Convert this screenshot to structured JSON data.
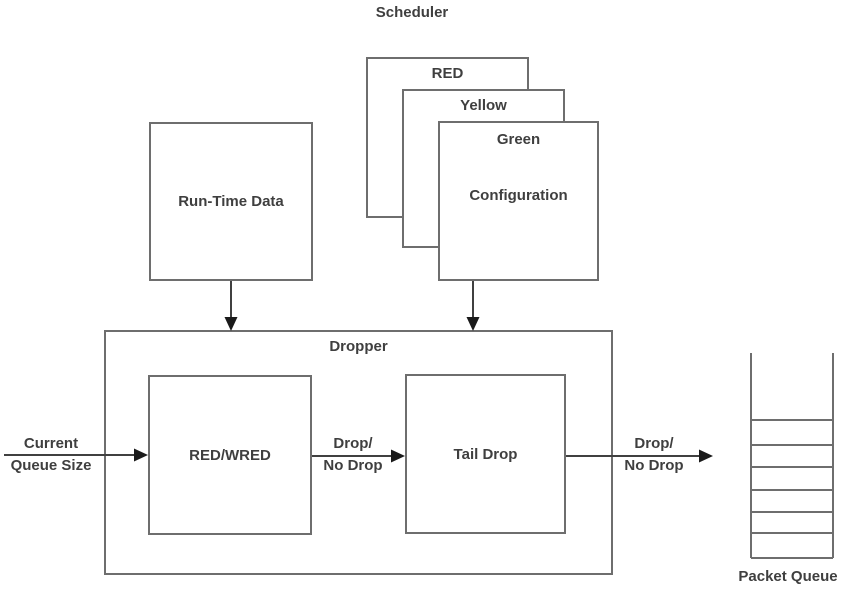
{
  "diagram": {
    "title": "Scheduler",
    "profiles": [
      {
        "label": "RED"
      },
      {
        "label": "Yellow"
      },
      {
        "label": "Green"
      }
    ],
    "configuration_label": "Configuration",
    "runtime_box_label": "Run-Time Data",
    "dropper": {
      "label": "Dropper",
      "red_wred_label": "RED/WRED",
      "tail_drop_label": "Tail Drop"
    },
    "arrow_labels": {
      "input_line1": "Current",
      "input_line2": "Queue Size",
      "mid_line1": "Drop/",
      "mid_line2": "No Drop",
      "out_line1": "Drop/",
      "out_line2": "No Drop"
    },
    "packet_queue_label": "Packet Queue",
    "colors": {
      "background": "#ffffff",
      "box_border": "#6e6e6e",
      "arrow_line": "#404040",
      "arrowhead": "#1a1a1a",
      "text": "#3f3f3f"
    }
  }
}
